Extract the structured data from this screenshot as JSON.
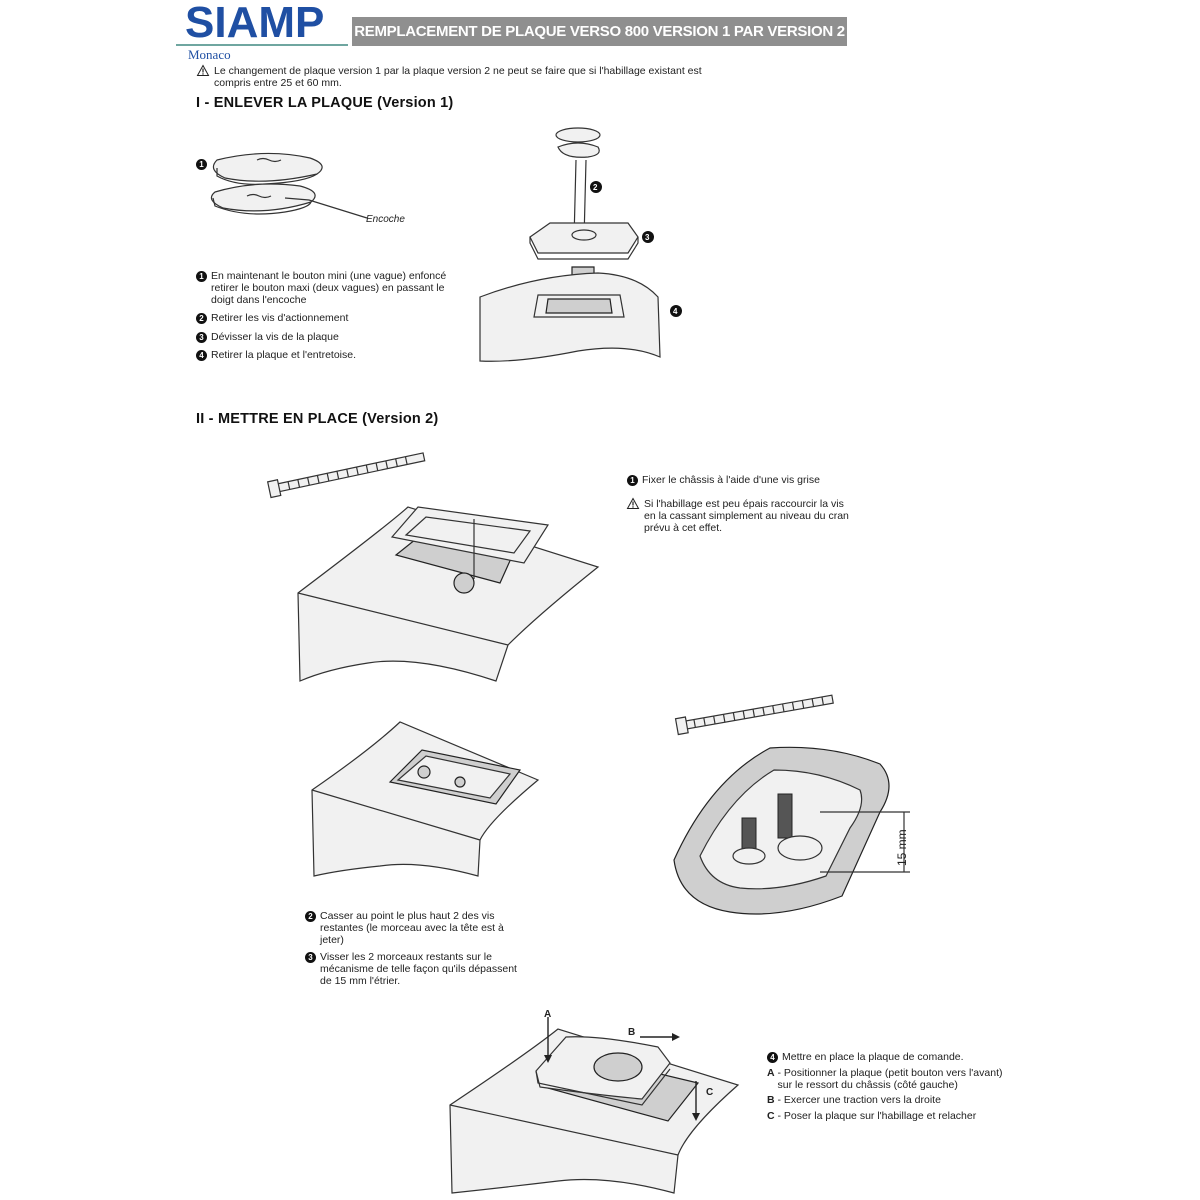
{
  "header": {
    "logo_text": "SIAMP",
    "logo_sub": "Monaco",
    "title": "REMPLACEMENT DE PLAQUE VERSO 800 VERSION 1 PAR VERSION 2",
    "title_bg": "#8f8f8f",
    "brand_color": "#1f4fa3"
  },
  "warning_top": {
    "icon": "warning-triangle-icon",
    "line1": "Le changement de plaque version 1 par la plaque version 2 ne peut se faire que si l'habillage existant est",
    "line2": "compris entre 25 et 60 mm."
  },
  "section1": {
    "title": "I - ENLEVER LA PLAQUE (Version 1)",
    "fig_num1": "1",
    "encoche": "Encoche",
    "callouts": [
      "2",
      "3",
      "4"
    ],
    "steps": [
      {
        "num": "1",
        "lines": [
          "En maintenant le bouton mini (une vague) enfoncé",
          "retirer le bouton maxi (deux vagues) en passant le",
          "doigt dans l'encoche"
        ]
      },
      {
        "num": "2",
        "lines": [
          "Retirer les vis d'actionnement"
        ]
      },
      {
        "num": "3",
        "lines": [
          "Dévisser la vis de la plaque"
        ]
      },
      {
        "num": "4",
        "lines": [
          "Retirer la plaque et l'entretoise."
        ]
      }
    ]
  },
  "section2": {
    "title": "II - METTRE EN PLACE (Version 2)",
    "step1": {
      "num": "1",
      "text": "Fixer le châssis à l'aide d'une vis grise"
    },
    "warning": {
      "icon": "warning-triangle-icon",
      "lines": [
        "Si l'habillage est peu épais raccourcir la vis",
        "en la cassant simplement au niveau du cran",
        "prévu à cet effet."
      ]
    },
    "dimension": "15 mm",
    "step2": {
      "num": "2",
      "lines": [
        "Casser au point le plus haut 2 des vis",
        "restantes (le morceau avec la tête est à",
        "jeter)"
      ]
    },
    "step3": {
      "num": "3",
      "lines": [
        "Visser les 2 morceaux restants sur le",
        "mécanisme de telle façon qu'ils dépassent",
        "de 15 mm l'étrier."
      ]
    },
    "arrows": {
      "a": "A",
      "b": "B",
      "c": "C"
    },
    "step4": {
      "num": "4",
      "title": "Mettre en place la plaque de comande.",
      "a_label": "A",
      "a_lines": [
        "- Positionner la plaque (petit bouton vers l'avant)",
        "sur le ressort du châssis (côté gauche)"
      ],
      "b_label": "B",
      "b_text": "- Exercer une traction vers la droite",
      "c_label": "C",
      "c_text": "- Poser la plaque sur l'habillage et relacher"
    }
  }
}
